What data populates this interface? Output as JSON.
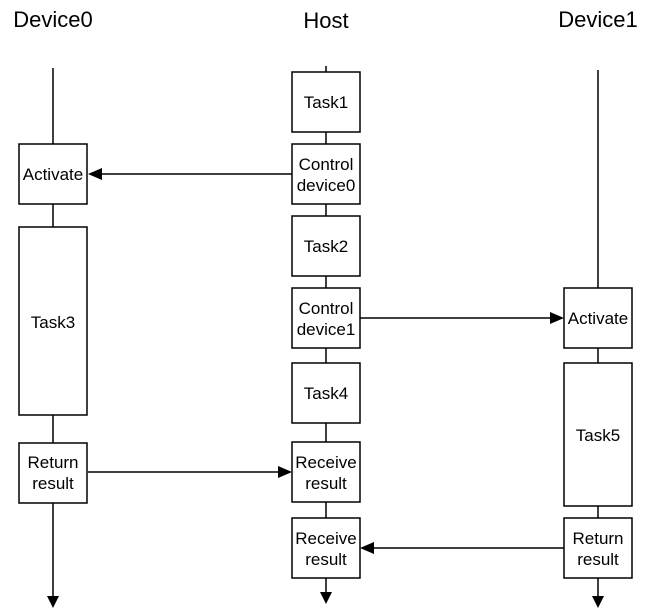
{
  "lanes": {
    "device0": {
      "title": "Device0"
    },
    "host": {
      "title": "Host"
    },
    "device1": {
      "title": "Device1"
    }
  },
  "boxes": {
    "host_task1": {
      "lines": [
        "Task1"
      ]
    },
    "host_control_device0": {
      "lines": [
        "Control",
        "device0"
      ]
    },
    "host_task2": {
      "lines": [
        "Task2"
      ]
    },
    "host_control_device1": {
      "lines": [
        "Control",
        "device1"
      ]
    },
    "host_task4": {
      "lines": [
        "Task4"
      ]
    },
    "host_receive_result_1": {
      "lines": [
        "Receive",
        "result"
      ]
    },
    "host_receive_result_2": {
      "lines": [
        "Receive",
        "result"
      ]
    },
    "device0_activate": {
      "lines": [
        "Activate"
      ]
    },
    "device0_task3": {
      "lines": [
        "Task3"
      ]
    },
    "device0_return_result": {
      "lines": [
        "Return",
        "result"
      ]
    },
    "device1_activate": {
      "lines": [
        "Activate"
      ]
    },
    "device1_task5": {
      "lines": [
        "Task5"
      ]
    },
    "device1_return_result": {
      "lines": [
        "Return",
        "result"
      ]
    }
  }
}
